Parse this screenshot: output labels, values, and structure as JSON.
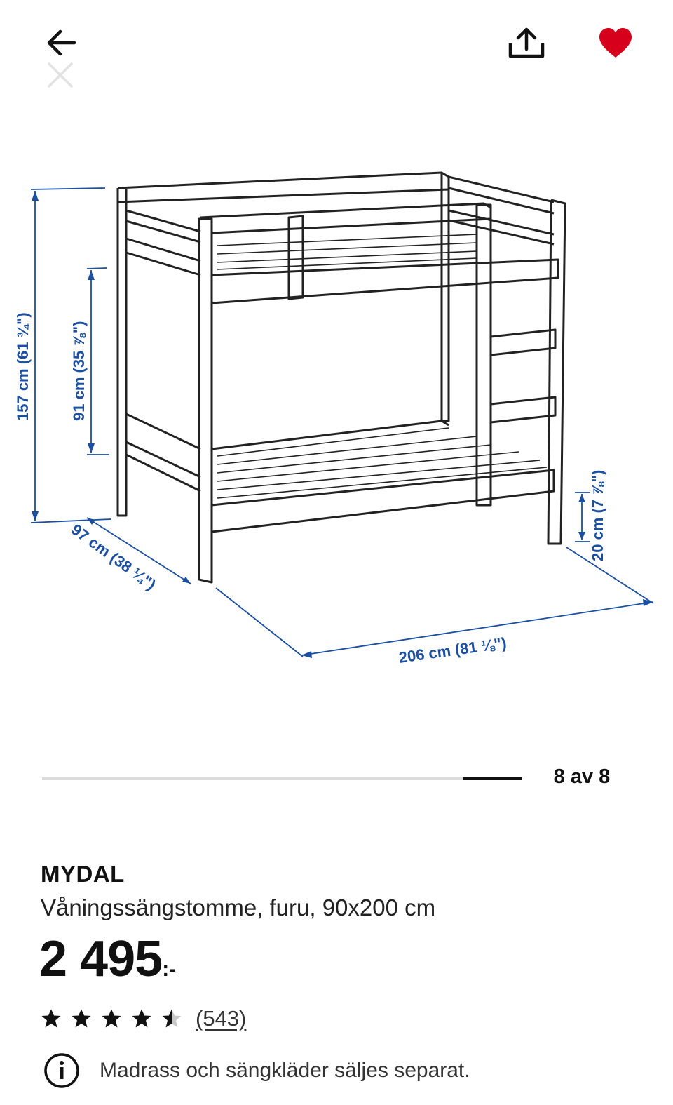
{
  "header": {
    "back_icon": "arrow-left-icon",
    "close_icon": "close-icon",
    "share_icon": "share-icon",
    "favorite_icon": "heart-filled-icon",
    "favorite_color": "#d6001c"
  },
  "image": {
    "dimensions": {
      "height_total": "157 cm (61 ¾\")",
      "height_lower": "91 cm (35 ⅞\")",
      "depth": "97 cm (38 ¼\")",
      "length": "206 cm (81 ⅛\")",
      "under_bed": "20 cm (7 ⅞\")"
    },
    "dimension_color": "#1b4fa0"
  },
  "gallery": {
    "current": 8,
    "total": 8,
    "pager_label": "8 av 8"
  },
  "product": {
    "name": "MYDAL",
    "description": "Våningssängstomme, furu, 90x200 cm",
    "price": "2 495",
    "price_suffix": ":-",
    "rating": 4.5,
    "rating_max": 5,
    "review_count": "(543)",
    "notice": "Madrass och sängkläder säljes separat.",
    "notice_icon": "info-icon"
  }
}
